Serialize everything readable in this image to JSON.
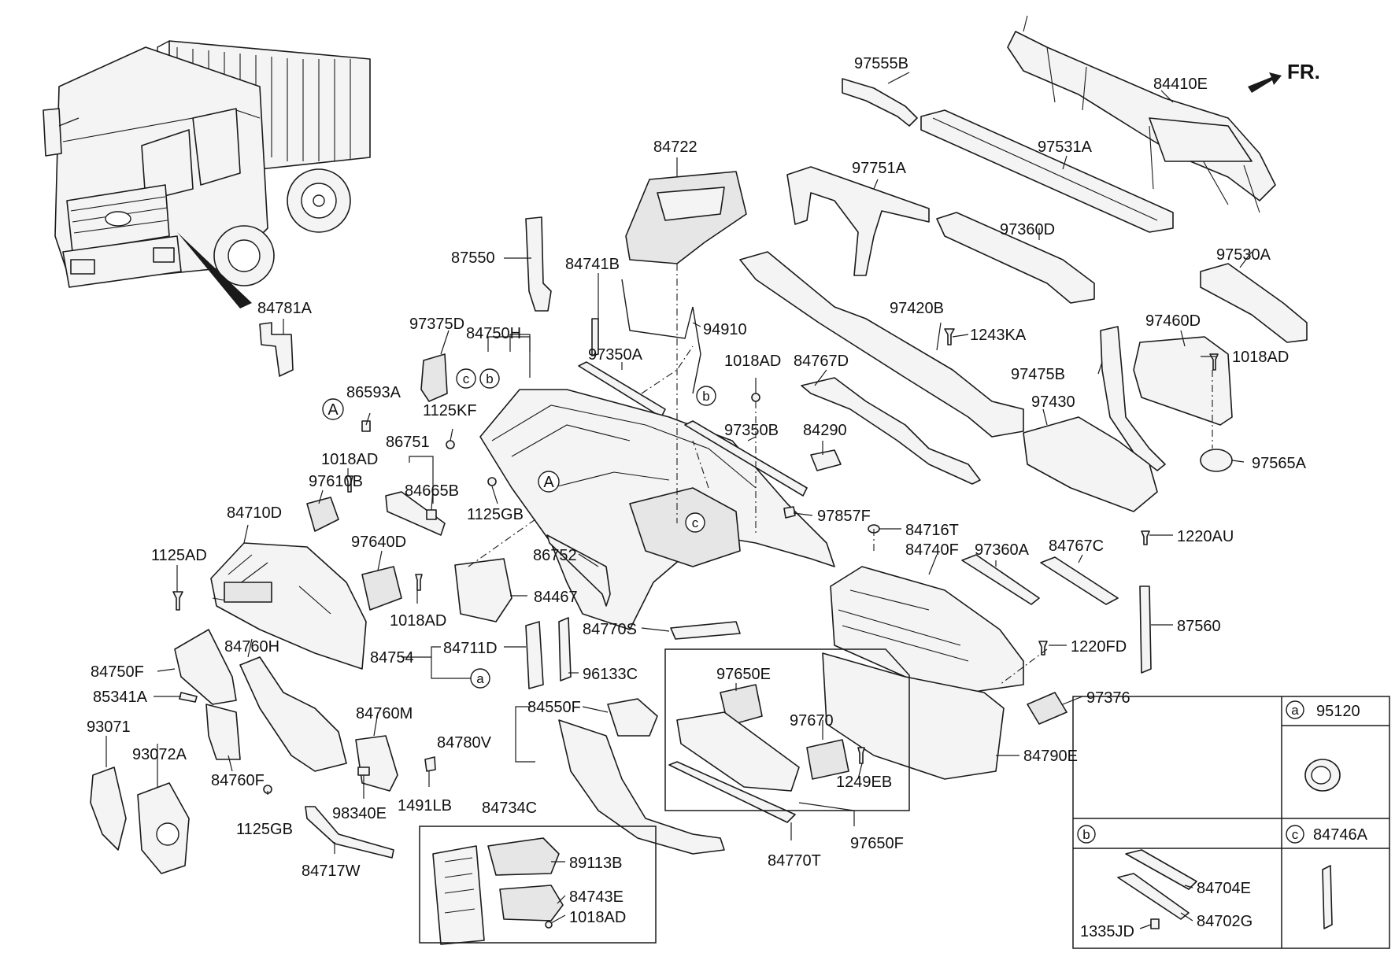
{
  "direction_label": "FR.",
  "callouts": {
    "A": "A",
    "a": "a",
    "b": "b",
    "c": "c"
  },
  "legend": {
    "a_label": "a",
    "a_part": "95120",
    "b_label": "b",
    "b_parts": [
      "84704E",
      "84702G",
      "1335JD"
    ],
    "c_label": "c",
    "c_part": "84746A"
  },
  "parts": {
    "p97555B": "97555B",
    "p84410E": "84410E",
    "p84722": "84722",
    "p97531A": "97531A",
    "p97751A": "97751A",
    "p97360D": "97360D",
    "p87550": "87550",
    "p84741B": "84741B",
    "p97530A": "97530A",
    "p84781A": "84781A",
    "p97420B": "97420B",
    "p97460D": "97460D",
    "p97375D": "97375D",
    "p84750H": "84750H",
    "p94910": "94910",
    "p1243KA": "1243KA",
    "p97350A": "97350A",
    "p1018AD_1": "1018AD",
    "p84767D": "84767D",
    "p1018AD_2": "1018AD",
    "p97475B": "97475B",
    "p86593A": "86593A",
    "p1125KF": "1125KF",
    "p97430": "97430",
    "p97350B": "97350B",
    "p84290": "84290",
    "p97565A": "97565A",
    "p86751": "86751",
    "p1018AD_3": "1018AD",
    "p84665B": "84665B",
    "p97610B": "97610B",
    "p1125GB_1": "1125GB",
    "p84710D": "84710D",
    "p97857F": "97857F",
    "p84716T": "84716T",
    "p1220AU": "1220AU",
    "p84740F": "84740F",
    "p97640D": "97640D",
    "p97360A": "97360A",
    "p84767C": "84767C",
    "p1125AD": "1125AD",
    "p86752": "86752",
    "p84467": "84467",
    "p1018AD_4": "1018AD",
    "p84770S": "84770S",
    "p87560": "87560",
    "p84760H": "84760H",
    "p84754": "84754",
    "p84711D": "84711D",
    "p1220FD": "1220FD",
    "p84750F": "84750F",
    "p97650E": "97650E",
    "p96133C": "96133C",
    "p85341A": "85341A",
    "p84760M": "84760M",
    "p97376": "97376",
    "p84550F": "84550F",
    "p93071": "93071",
    "p97670": "97670",
    "p93072A": "93072A",
    "p84780V": "84780V",
    "p84790E": "84790E",
    "p84760F": "84760F",
    "p1249EB": "1249EB",
    "p98340E": "98340E",
    "p1491LB": "1491LB",
    "p1125GB_2": "1125GB",
    "p84734C": "84734C",
    "p97650F": "97650F",
    "p84770T": "84770T",
    "p89113B": "89113B",
    "p84717W": "84717W",
    "p84743E": "84743E",
    "p1018AD_5": "1018AD"
  }
}
